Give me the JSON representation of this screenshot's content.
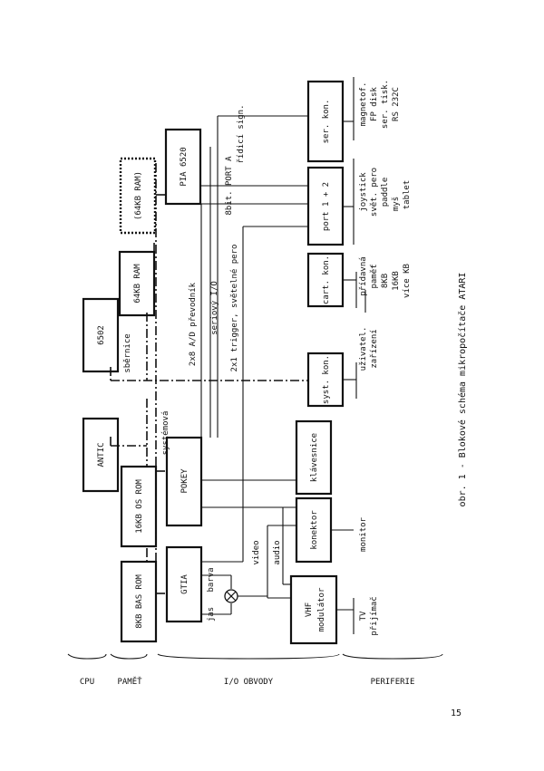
{
  "blocks": {
    "antic": "ANTIC",
    "cpu6502": "6502",
    "ram64": "64KB RAM",
    "ram64opt": "(64KB RAM)",
    "pia": "PIA 6520",
    "os_rom": "16KB OS ROM",
    "pokey": "POKEY",
    "bas_rom": "8KB BAS ROM",
    "gtia": "GTIA",
    "vhf_l1": "VHF",
    "vhf_l2": "modulátor",
    "konektor": "konektor",
    "klavesnice": "klávesnice",
    "syst_kon": "syst. kon.",
    "cart_kon": "cart. kon.",
    "port": "port 1 + 2",
    "ser_kon": "ser. kon."
  },
  "signals": {
    "ridici": "řídicí sign.",
    "port_a": "8bit. PORT A",
    "ad": "2x8 A/D převodník",
    "serial": "seriový I/O",
    "trigger": "2x1 trigger, světelné pero",
    "bus1": "systémová",
    "bus2": "sběrnice",
    "barva": "barva",
    "jas": "jas",
    "video": "video",
    "audio": "audio"
  },
  "peripherals": {
    "tv1": "TV",
    "tv2": "přijímač",
    "monitor": "monitor",
    "uziv1": "uživatel.",
    "uziv2": "zařízení",
    "prid1": "přídavná",
    "prid2": "paměť",
    "kb8": "8KB",
    "kb16": "16KB",
    "vicekb": "více KB",
    "joystick": "joystick",
    "svetpero": "svět. pero",
    "paddle": "paddle",
    "mys": "myš",
    "tablet": "tablet",
    "magnetof": "magnetof.",
    "fpdisk": "FP disk",
    "sertisk": "ser. tisk.",
    "rs232": "RS 232C"
  },
  "sections": {
    "cpu": "CPU",
    "pamet": "PAMĚŤ",
    "io": "I/O OBVODY",
    "periferie": "PERIFERIE"
  },
  "caption": "obr. 1 - Blokové schéma mikropočítače ATARI",
  "page_number": "15"
}
